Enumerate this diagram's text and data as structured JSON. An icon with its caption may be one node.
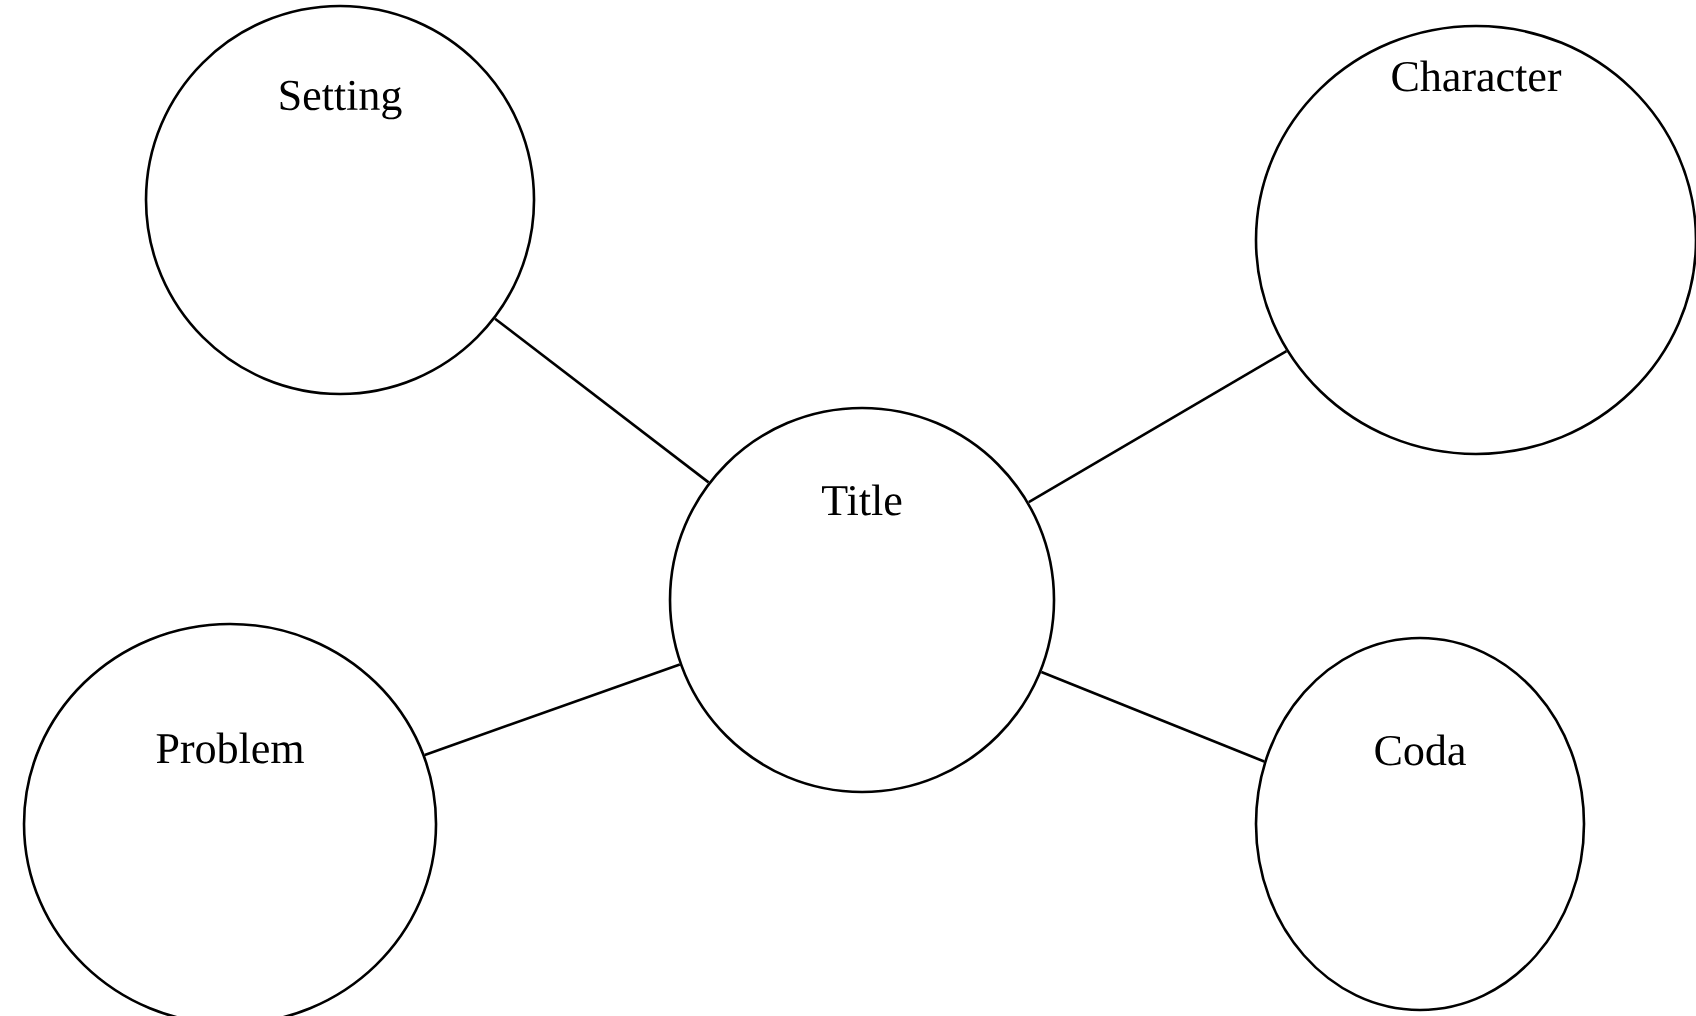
{
  "diagram": {
    "nodes": [
      {
        "text": [
          "Setting"
        ]
      },
      {
        "text": [
          "Character"
        ]
      },
      {
        "text": [
          "Title"
        ]
      },
      {
        "text": [
          "Problem"
        ]
      },
      {
        "text": [
          "Coda"
        ]
      }
    ],
    "edges": [
      {
        "from": 2,
        "to": 0,
        "arrow": "none"
      },
      {
        "from": 2,
        "to": 1,
        "arrow": "none"
      },
      {
        "from": 2,
        "to": 3,
        "arrow": "none"
      },
      {
        "from": 2,
        "to": 4,
        "arrow": "none"
      }
    ]
  }
}
